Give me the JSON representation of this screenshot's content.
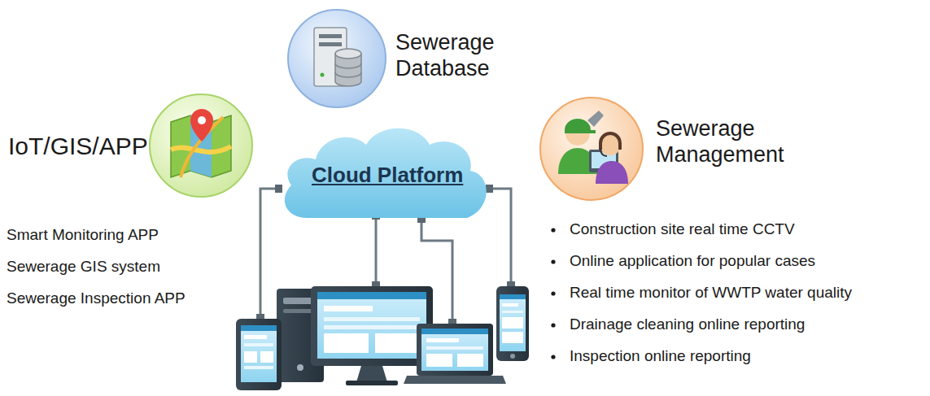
{
  "diagram": {
    "nodes": [
      {
        "text": [
          "Sewerage Database"
        ]
      },
      {
        "text": [
          "IoT/GIS/APP"
        ]
      },
      {
        "text": [
          "Cloud Platform"
        ]
      },
      {
        "text": [
          "Sewerage Management"
        ]
      }
    ],
    "labels": [
      "Smart Monitoring APP",
      "Sewerage GIS system",
      "Sewerage Inspection APP",
      "Construction site real time CCTV",
      "Online application for popular cases",
      "Real time monitor of WWTP water quality",
      "Drainage cleaning online reporting",
      "Inspection online reporting"
    ]
  }
}
